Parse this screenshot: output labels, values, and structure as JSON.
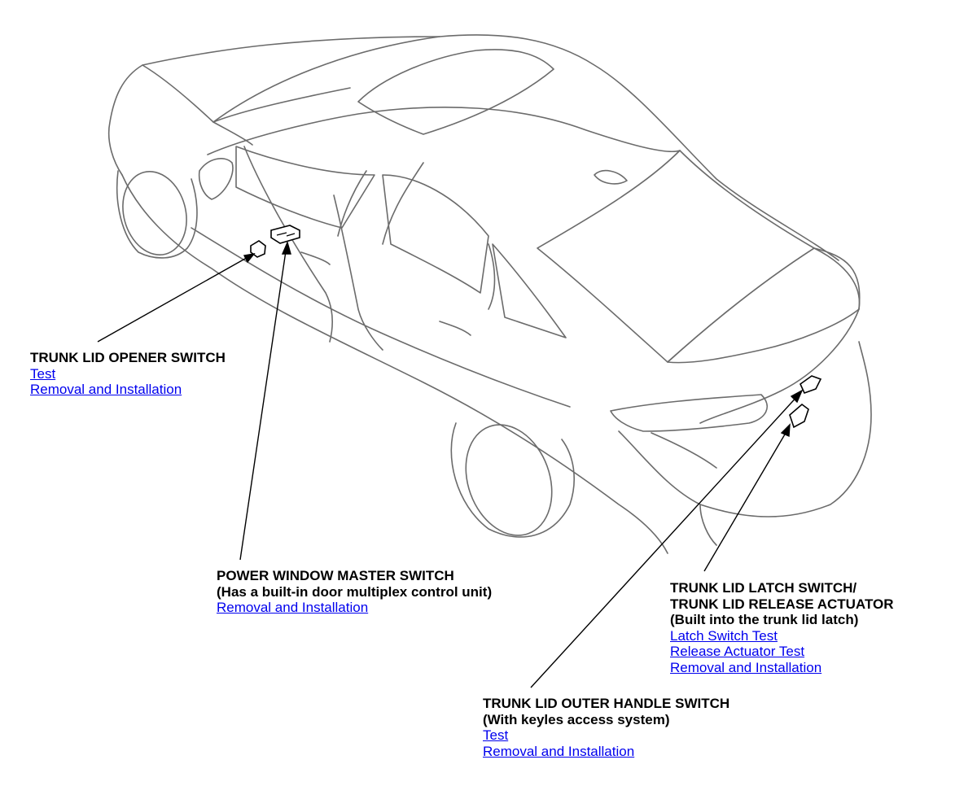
{
  "callouts": {
    "trunk_opener": {
      "title": "TRUNK LID OPENER SWITCH",
      "links": [
        "Test",
        "Removal and Installation"
      ]
    },
    "power_window": {
      "title": "POWER WINDOW MASTER SWITCH",
      "note": "(Has a built-in door multiplex control unit)",
      "links": [
        "Removal and Installation"
      ]
    },
    "latch_actuator": {
      "title_line1": "TRUNK LID LATCH SWITCH/",
      "title_line2": "TRUNK LID RELEASE ACTUATOR",
      "note": "(Built into the trunk lid latch)",
      "links": [
        "Latch Switch Test",
        "Release Actuator Test",
        "Removal and Installation"
      ]
    },
    "outer_handle": {
      "title": "TRUNK LID OUTER HANDLE SWITCH",
      "note": "(With keyles access system)",
      "links": [
        "Test",
        "Removal and Installation"
      ]
    }
  },
  "colors": {
    "link": "#0000ee",
    "line": "#000000",
    "car_outline": "#6b6b6b"
  }
}
